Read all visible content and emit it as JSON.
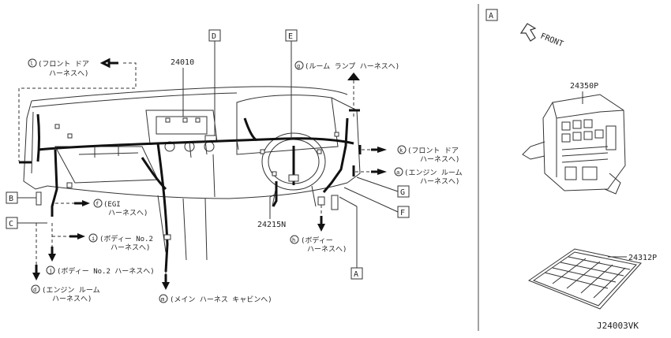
{
  "diagram_code": "J24003VK",
  "parts": {
    "p24010": "24010",
    "p24215n": "24215N",
    "p24350p": "24350P",
    "p24312p": "24312P"
  },
  "view_boxes": {
    "A": "A",
    "B": "B",
    "C": "C",
    "D": "D",
    "E": "E",
    "F": "F",
    "G": "G",
    "A_detail": "A"
  },
  "detail": {
    "front": "FRONT"
  },
  "connections": {
    "l": {
      "letter": "l",
      "line1": "(フロント ドア",
      "line2": "ハーネスへ)"
    },
    "g": {
      "letter": "g",
      "line1": "(ルーム ランプ ハーネスへ)"
    },
    "k": {
      "letter": "k",
      "line1": "(フロント ドア",
      "line2": "ハーネスへ)"
    },
    "a": {
      "letter": "a",
      "line1": "(エンジン ルーム",
      "line2": "ハーネスへ)"
    },
    "f": {
      "letter": "f",
      "line1": "(EGI",
      "line2": "ハーネスへ)"
    },
    "i": {
      "letter": "i",
      "line1": "(ボディー No.2",
      "line2": "ハーネスへ)"
    },
    "j": {
      "letter": "j",
      "line1": "(ボディー No.2 ハーネスへ)"
    },
    "d": {
      "letter": "d",
      "line1": "(エンジン ルーム",
      "line2": "ハーネスへ)"
    },
    "m": {
      "letter": "m",
      "line1": "(メイン ハーネス キャビンへ)"
    },
    "h": {
      "letter": "h",
      "line1": "(ボディー",
      "line2": "ハーネスへ)"
    }
  }
}
